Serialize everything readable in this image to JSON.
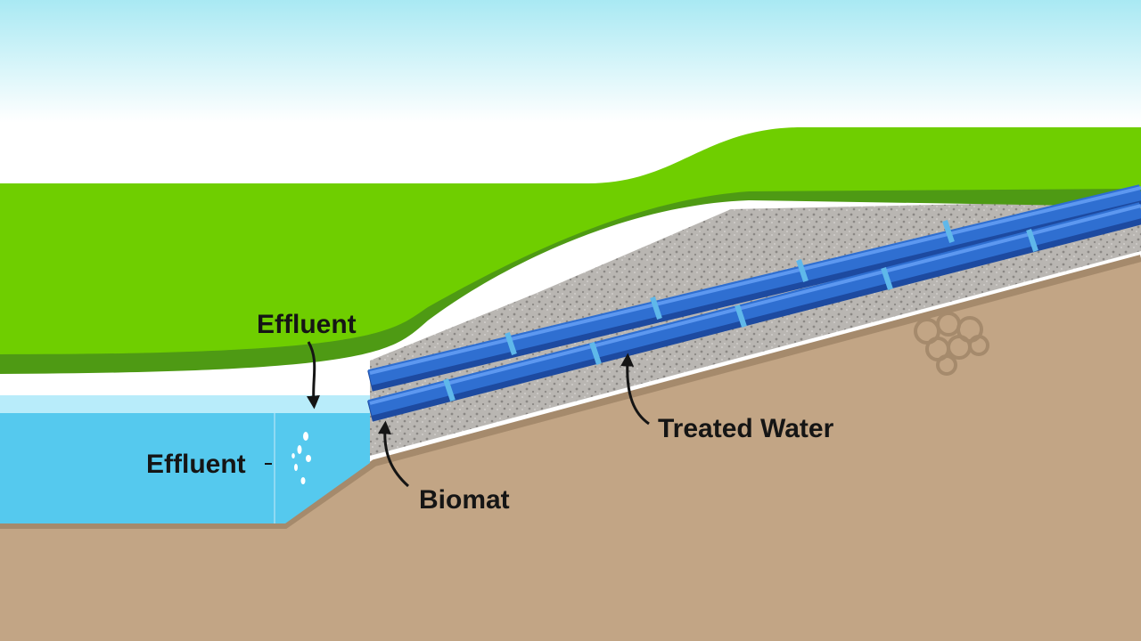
{
  "labels": {
    "effluent_top": "Effluent",
    "effluent_side": "Effluent",
    "biomat": "Biomat",
    "treated_water": "Treated Water"
  },
  "colors": {
    "sky_top": "#a9e9f3",
    "sky_bottom": "#ffffff",
    "grass": "#6fce00",
    "grass_edge": "#4e9a14",
    "soil": "#c2a585",
    "soil_dark": "#a58a6c",
    "gravel": "#b9b6b2",
    "gravel_dot": "#8a8784",
    "water": "#55c9ee",
    "water_surface": "#b8ecfa",
    "pipe": "#2f6fd1",
    "pipe_dark": "#1d4aa0",
    "pipe_highlight": "#5d98f0",
    "joint": "#5fb8ea",
    "label_text": "#151515"
  },
  "icons": {
    "arrows": "curved-arrow-icon",
    "bubbles": "bubble-icon",
    "rock": "rock-cluster-icon"
  }
}
